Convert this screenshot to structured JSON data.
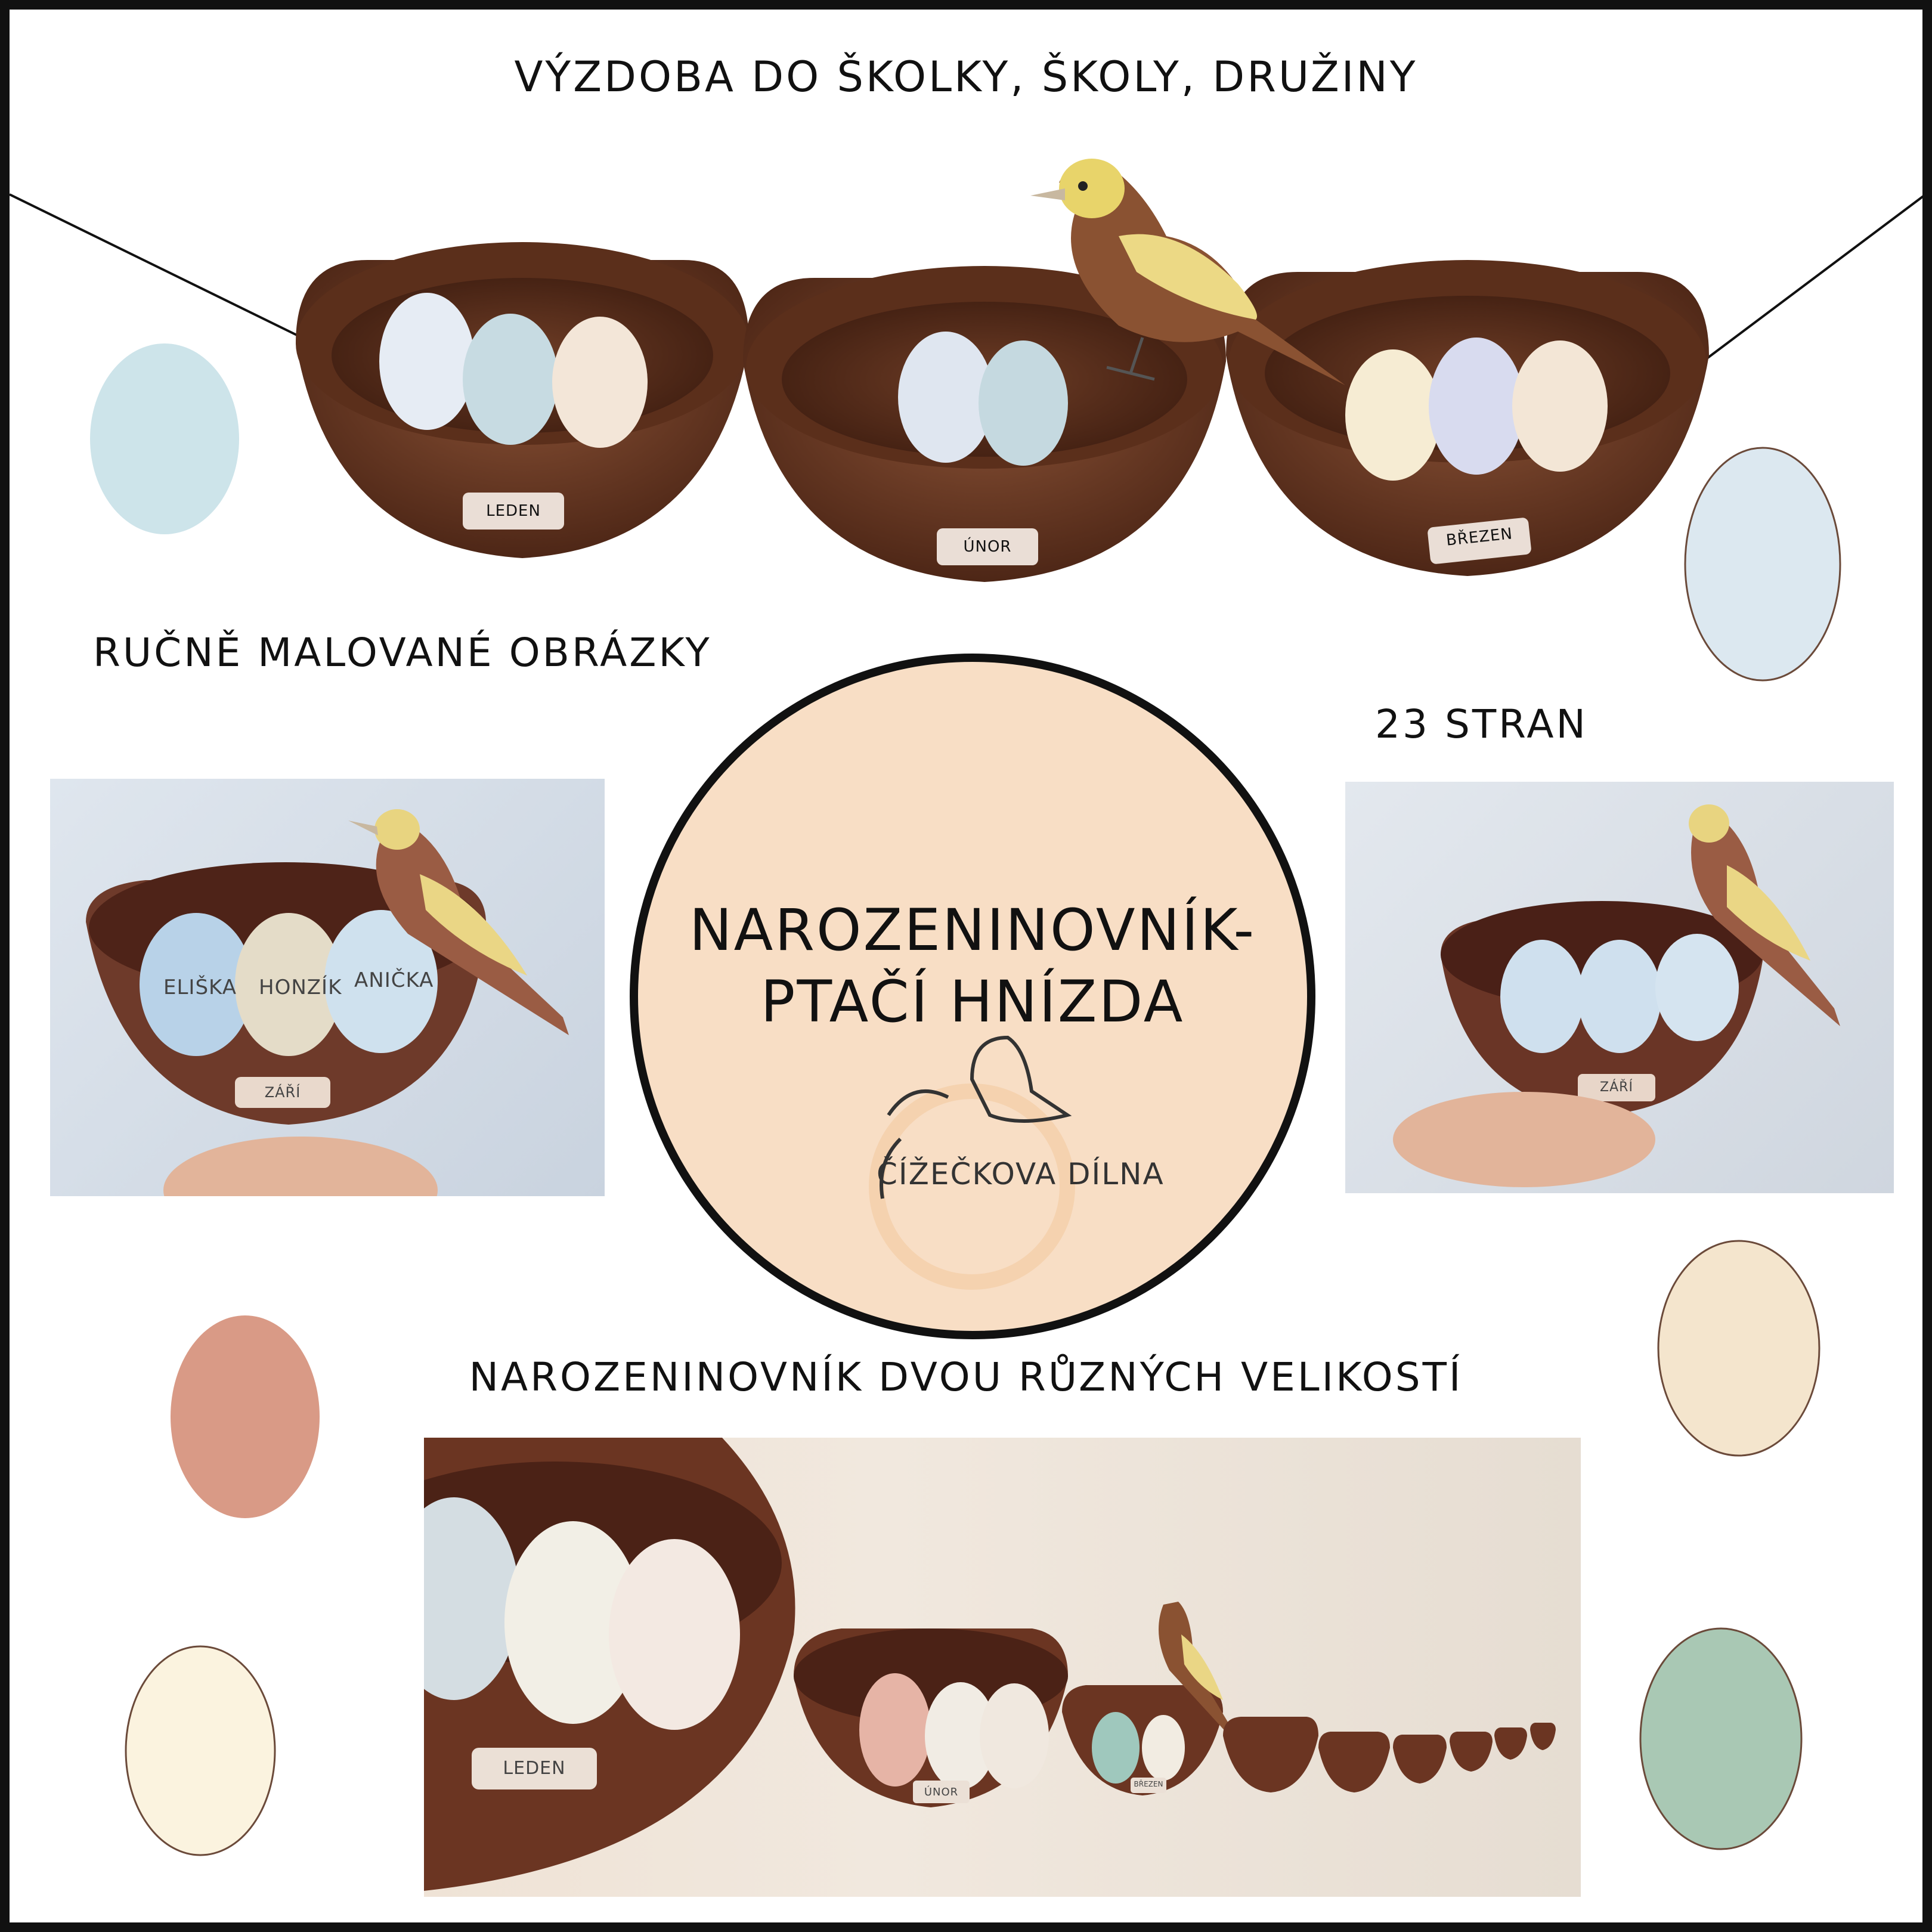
{
  "heading": "VÝZDOBA DO ŠKOLKY, ŠKOLY, DRUŽINY",
  "hand_painted": "RUČNĚ MALOVANÉ OBRÁZKY",
  "pages": "23 STRAN",
  "two_sizes": "NAROZENINOVNÍK DVOU RŮZNÝCH VELIKOSTÍ",
  "title_line1": "NAROZENINOVNÍK-",
  "title_line2": "PTAČÍ HNÍZDA",
  "brand": "ČÍŽEČKOVA DÍLNA",
  "top_nest_labels": [
    "LEDEN",
    "ÚNOR",
    "BŘEZEN"
  ],
  "photo_left": {
    "label": "ZÁŘÍ",
    "names": [
      "ELIŠKA",
      "HONZÍK",
      "ANIČKA"
    ]
  },
  "photo_right": {
    "label": "ZÁŘÍ"
  },
  "photo_bottom": {
    "labels": [
      "LEDEN",
      "ÚNOR",
      "BŘEZEN"
    ]
  },
  "colors": {
    "nest": "#6b3a23",
    "circle": "#f8dec5",
    "border": "#111111"
  }
}
